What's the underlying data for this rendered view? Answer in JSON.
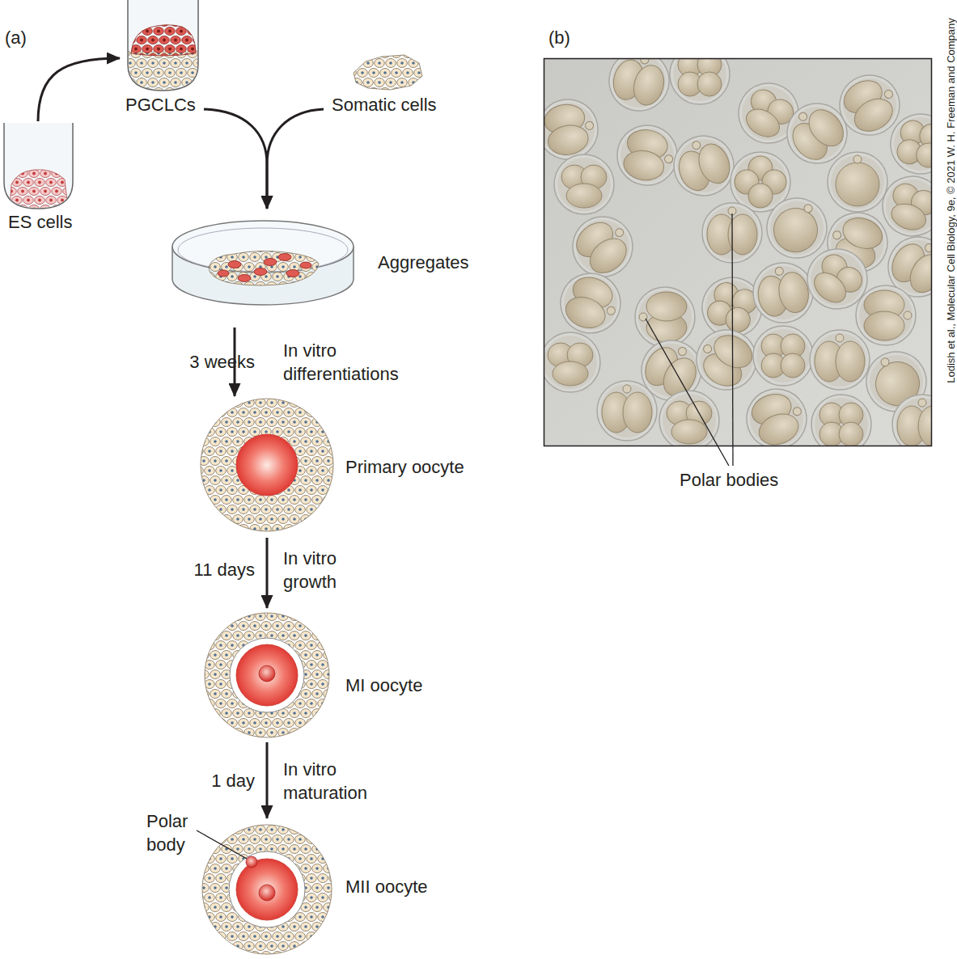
{
  "diagram": {
    "nodes": [
      {
        "text": [
          "ES cells"
        ]
      },
      {
        "text": [
          "PGCLCs"
        ]
      },
      {
        "text": [
          "Somatic cells"
        ]
      },
      {
        "text": [
          "Aggregates"
        ]
      },
      {
        "text": [
          "Primary oocyte"
        ]
      },
      {
        "text": [
          "MI oocyte"
        ]
      },
      {
        "text": [
          "MII oocyte"
        ]
      }
    ],
    "edges": [
      {
        "from": 0,
        "to": 1,
        "arrow": "to"
      },
      {
        "from": 1,
        "to": 3,
        "arrow": "to"
      },
      {
        "from": 2,
        "to": 3,
        "arrow": "to"
      },
      {
        "from": 3,
        "to": 4,
        "label": "In vitro differentiations",
        "arrow": "to"
      },
      {
        "from": 4,
        "to": 5,
        "label": "In vitro growth",
        "arrow": "to"
      },
      {
        "from": 5,
        "to": 6,
        "label": "In vitro maturation",
        "arrow": "to"
      }
    ],
    "labels": [
      "(a)",
      "(b)",
      "3 weeks",
      "11 days",
      "1 day",
      "Polar body",
      "Polar bodies",
      "Lodish et al., Molecular Cell Biology, 9e, © 2021 W. H. Freeman and Company"
    ]
  }
}
